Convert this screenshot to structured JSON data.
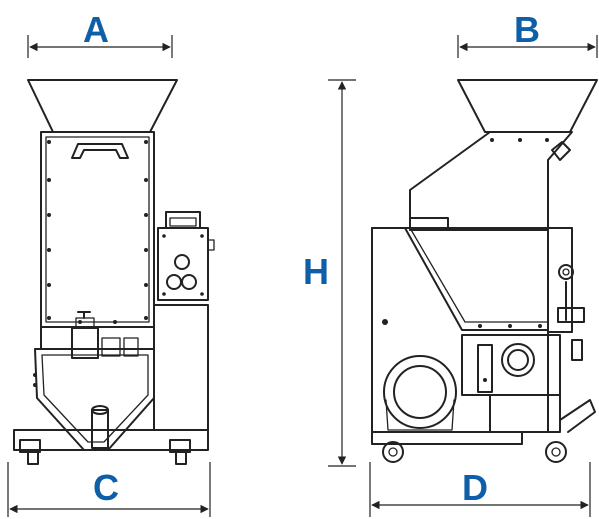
{
  "diagram": {
    "labels": {
      "a": "A",
      "b": "B",
      "c": "C",
      "d": "D",
      "h": "H"
    },
    "colors": {
      "label": "#0f5fa8",
      "line": "#222222",
      "background": "#ffffff"
    }
  }
}
